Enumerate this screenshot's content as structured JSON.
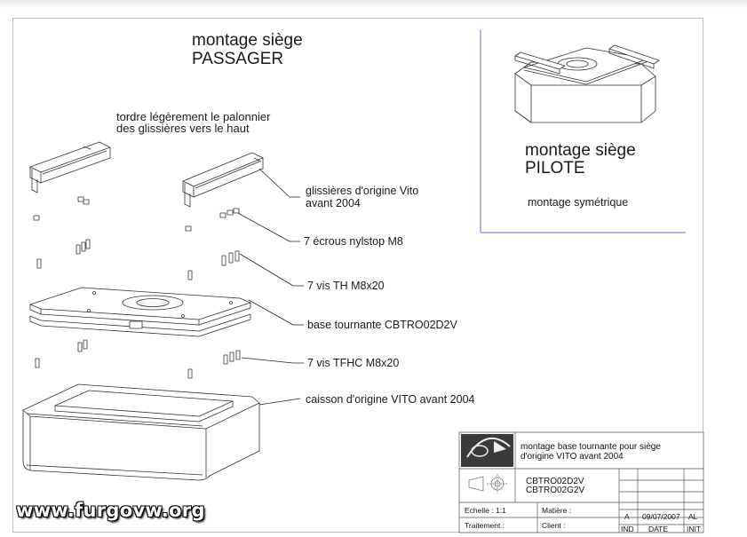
{
  "passenger_title": {
    "line1": "montage siège",
    "line2": "PASSAGER"
  },
  "bend_note": {
    "line1": "tordre légèrement le palonnier",
    "line2": "des glissières vers le haut"
  },
  "pilot_title": {
    "line1": "montage siège",
    "line2": "PILOTE"
  },
  "pilot_note": "montage symétrique",
  "callouts": {
    "rails_1": "glissières d'origine Vito",
    "rails_2": "avant 2004",
    "nuts": "7 écrous nylstop M8",
    "screws_th": "7 vis TH M8x20",
    "base": "base tournante CBTRO02D2V",
    "screws_tfhc": "7 vis TFHC M8x20",
    "box": "caisson d'origine VITO avant 2004"
  },
  "title_block": {
    "description_1": "montage base tournante pour siège",
    "description_2": "d'origine VITO avant 2004",
    "ref_1": "CBTRO02D2V",
    "ref_2": "CBTRO02G2V",
    "echelle": "Echelle : 1:1",
    "matiere": "Matière :",
    "traitement": "Traitement :",
    "client": "Client :",
    "rev_letter": "A",
    "rev_date": "09/07/2007",
    "rev_init": "AL",
    "hdr_ind": "IND",
    "hdr_date": "DATE",
    "hdr_init": "INIT"
  },
  "watermark": "www.furgovw.org"
}
